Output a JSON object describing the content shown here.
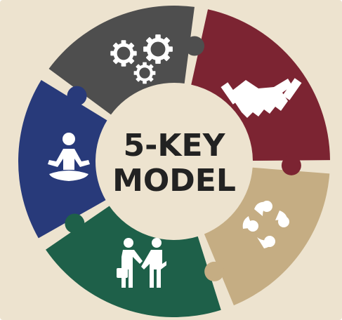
{
  "diagram": {
    "title_line1": "5-KEY",
    "title_line2": "MODEL",
    "colors": {
      "background": "#EDE3CF",
      "title_text": "#222222",
      "icon": "#FFFFFF"
    },
    "segments": [
      {
        "key": "process",
        "icon": "gears-icon",
        "color": "#4E4E4E"
      },
      {
        "key": "trust",
        "icon": "handshake-icon",
        "color": "#7C2432"
      },
      {
        "key": "collaboration",
        "icon": "people-circle-icon",
        "color": "#C5AD83"
      },
      {
        "key": "relationships",
        "icon": "business-handshake-icon",
        "color": "#1E6049"
      },
      {
        "key": "mindfulness",
        "icon": "meditation-icon",
        "color": "#283A7A"
      }
    ]
  }
}
